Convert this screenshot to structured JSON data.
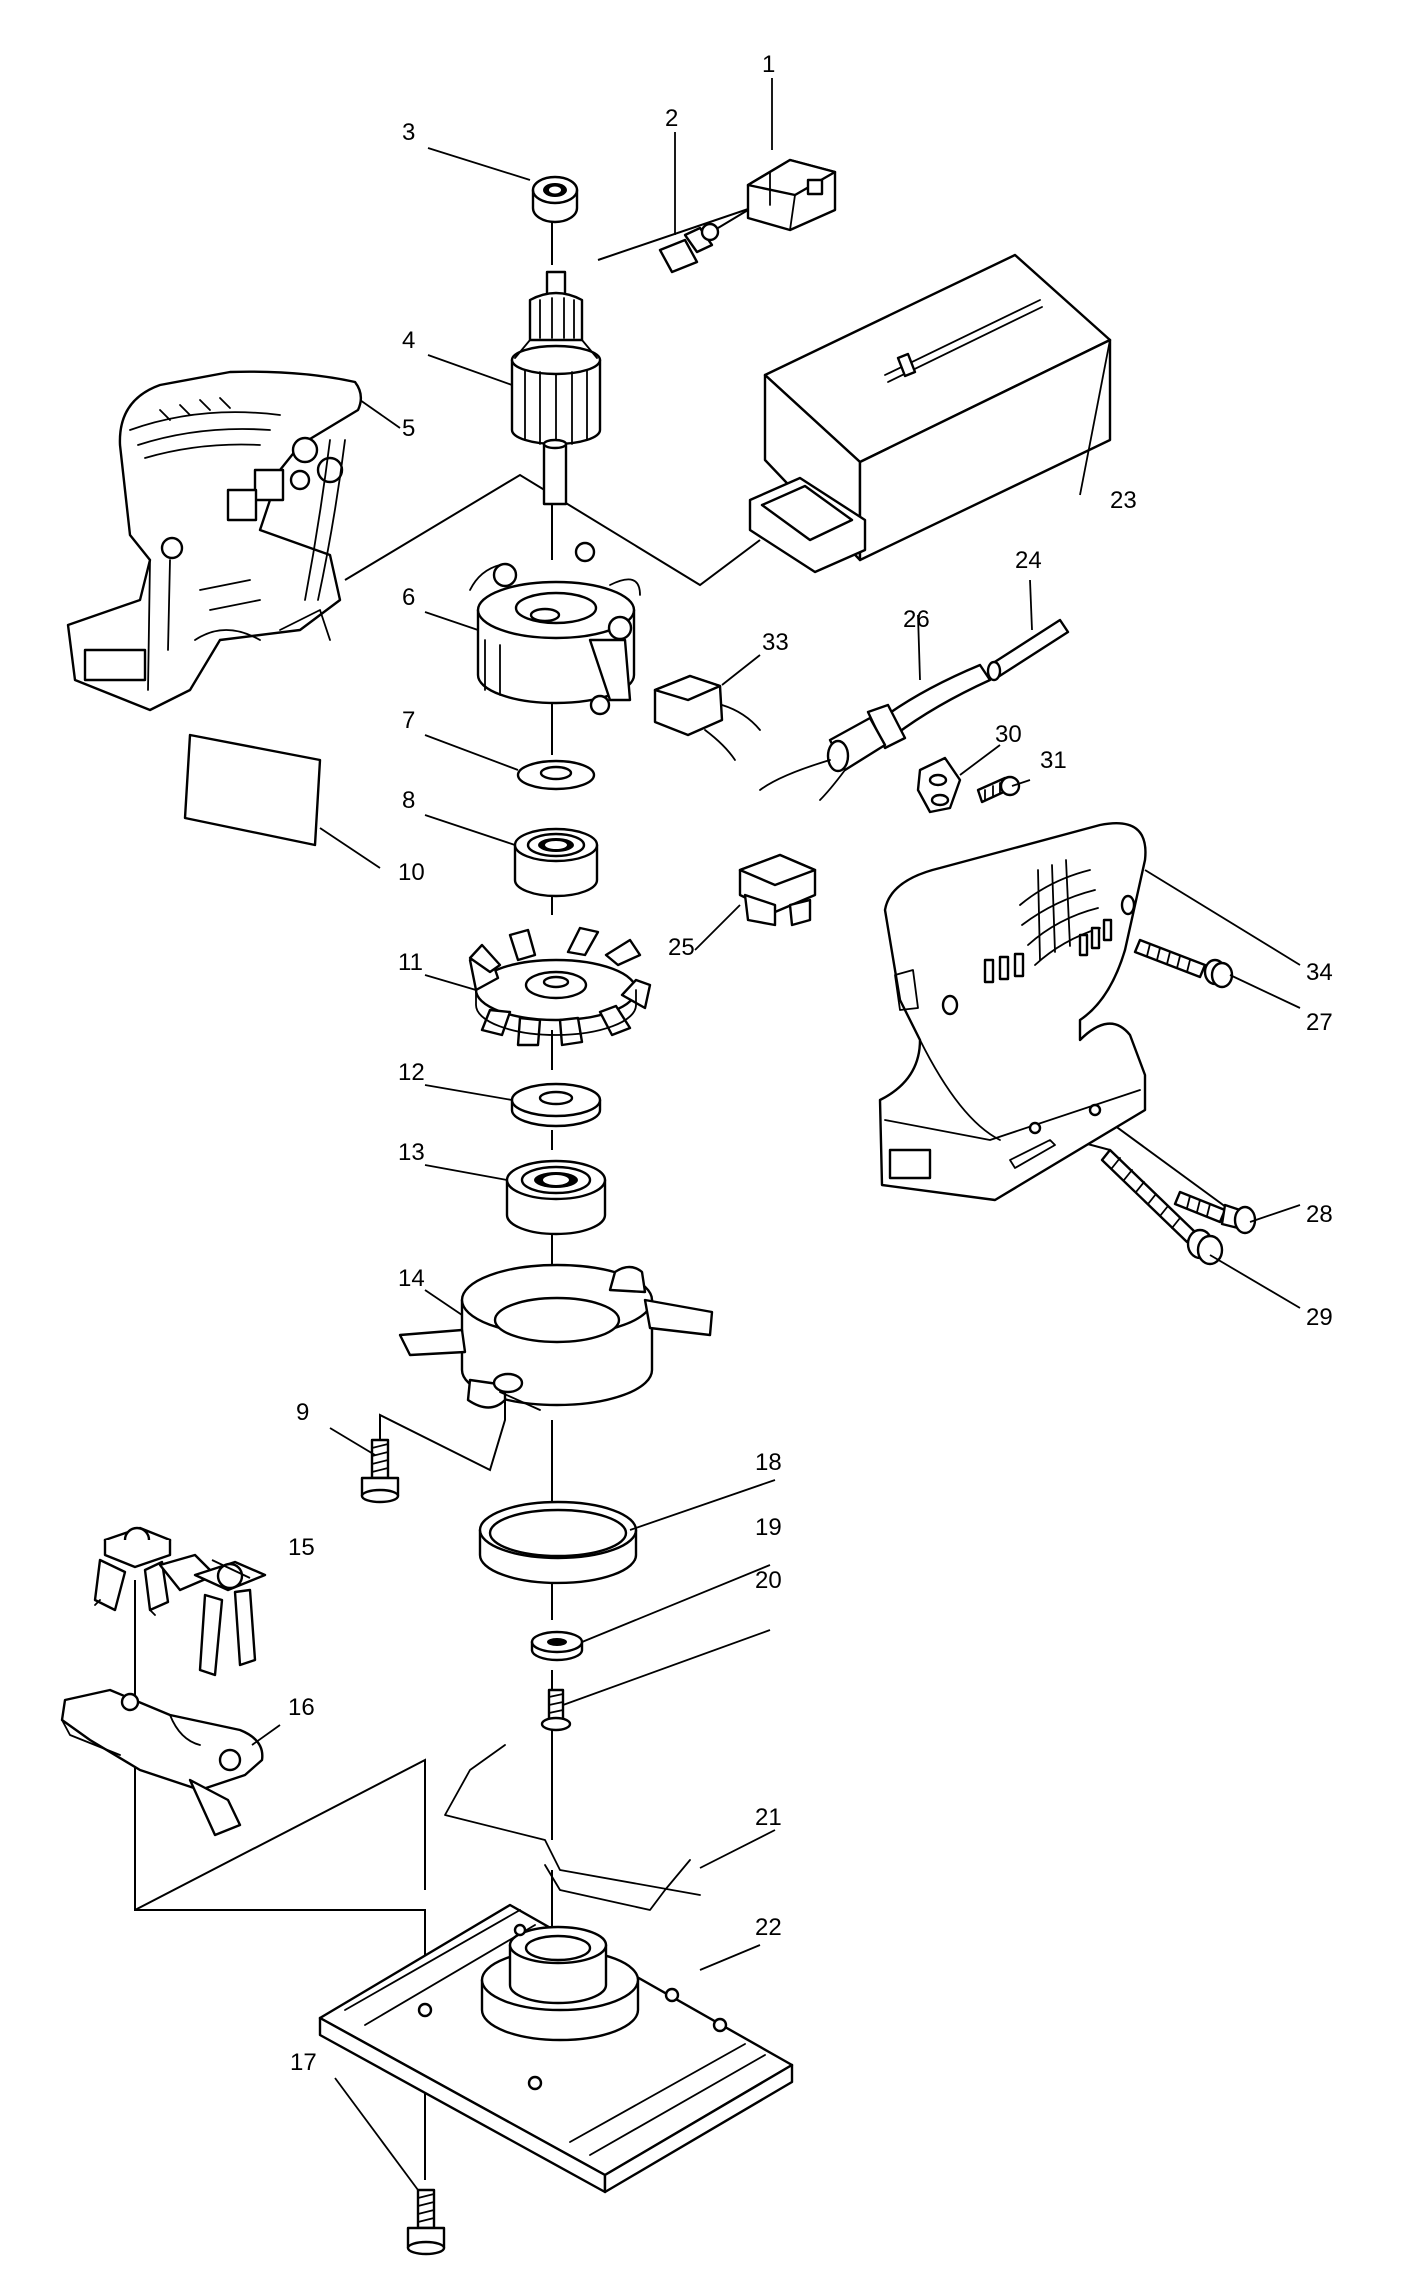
{
  "callouts": [
    {
      "id": "1",
      "text": "1"
    },
    {
      "id": "2",
      "text": "2"
    },
    {
      "id": "3",
      "text": "3"
    },
    {
      "id": "4",
      "text": "4"
    },
    {
      "id": "5",
      "text": "5"
    },
    {
      "id": "6",
      "text": "6"
    },
    {
      "id": "7",
      "text": "7"
    },
    {
      "id": "8",
      "text": "8"
    },
    {
      "id": "9",
      "text": "9"
    },
    {
      "id": "10",
      "text": "10"
    },
    {
      "id": "11",
      "text": "11"
    },
    {
      "id": "12",
      "text": "12"
    },
    {
      "id": "13",
      "text": "13"
    },
    {
      "id": "14",
      "text": "14"
    },
    {
      "id": "15",
      "text": "15"
    },
    {
      "id": "16",
      "text": "16"
    },
    {
      "id": "17",
      "text": "17"
    },
    {
      "id": "18",
      "text": "18"
    },
    {
      "id": "19",
      "text": "19"
    },
    {
      "id": "20",
      "text": "20"
    },
    {
      "id": "21",
      "text": "21"
    },
    {
      "id": "22",
      "text": "22"
    },
    {
      "id": "23",
      "text": "23"
    },
    {
      "id": "24",
      "text": "24"
    },
    {
      "id": "25",
      "text": "25"
    },
    {
      "id": "26",
      "text": "26"
    },
    {
      "id": "27",
      "text": "27"
    },
    {
      "id": "28",
      "text": "28"
    },
    {
      "id": "29",
      "text": "29"
    },
    {
      "id": "30",
      "text": "30"
    },
    {
      "id": "31",
      "text": "31"
    },
    {
      "id": "33",
      "text": "33"
    },
    {
      "id": "34",
      "text": "34"
    }
  ]
}
